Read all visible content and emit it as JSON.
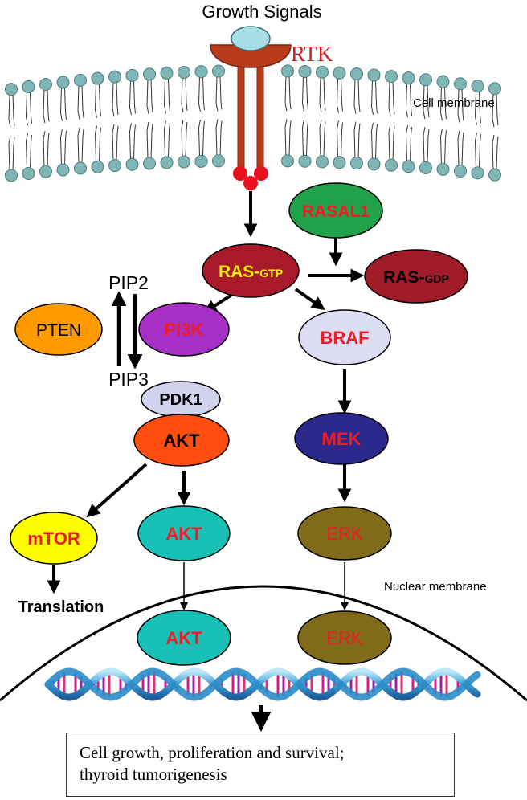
{
  "header": {
    "title": "Growth Signals"
  },
  "receptor": {
    "label": "RTK"
  },
  "membranes": {
    "cell": "Cell membrane",
    "nuclear": "Nuclear membrane"
  },
  "nodes": {
    "rasal1": "RASAL1",
    "ras_gtp": {
      "main": "RAS-",
      "sub": "GTP"
    },
    "ras_gdp": {
      "main": "RAS-",
      "sub": "GDP"
    },
    "pi3k": "PI3K",
    "braf": "BRAF",
    "pten": "PTEN",
    "pip2": "PIP2",
    "pip3": "PIP3",
    "pdk1": "PDK1",
    "akt_membrane": "AKT",
    "akt_cytoplasm": "AKT",
    "akt_nucleus": "AKT",
    "mek": "MEK",
    "erk_cytoplasm": "ERK",
    "erk_nucleus": "ERK",
    "mtor": "mTOR",
    "translation": "Translation"
  },
  "outcome": {
    "line1": "Cell growth, proliferation and survival;",
    "line2": "thyroid tumorigenesis"
  },
  "colors": {
    "rasal1": "#22a14b",
    "ras_gtp": "#a8192b",
    "ras_gdp": "#a01c28",
    "pi3k": "#a72fc6",
    "braf": "#dcdcf2",
    "pten": "#ff9a00",
    "pdk1": "#d2d2ee",
    "akt_membrane": "#ff4e0f",
    "akt_other": "#18c0b5",
    "mek": "#2b2a8c",
    "erk": "#7f6b1a",
    "mtor": "#ffff00",
    "rtk": "#b83c1c",
    "lipid_head": "#7fb5b5",
    "label_red": "#ee1c24",
    "label_yellow": "#ffee00"
  }
}
